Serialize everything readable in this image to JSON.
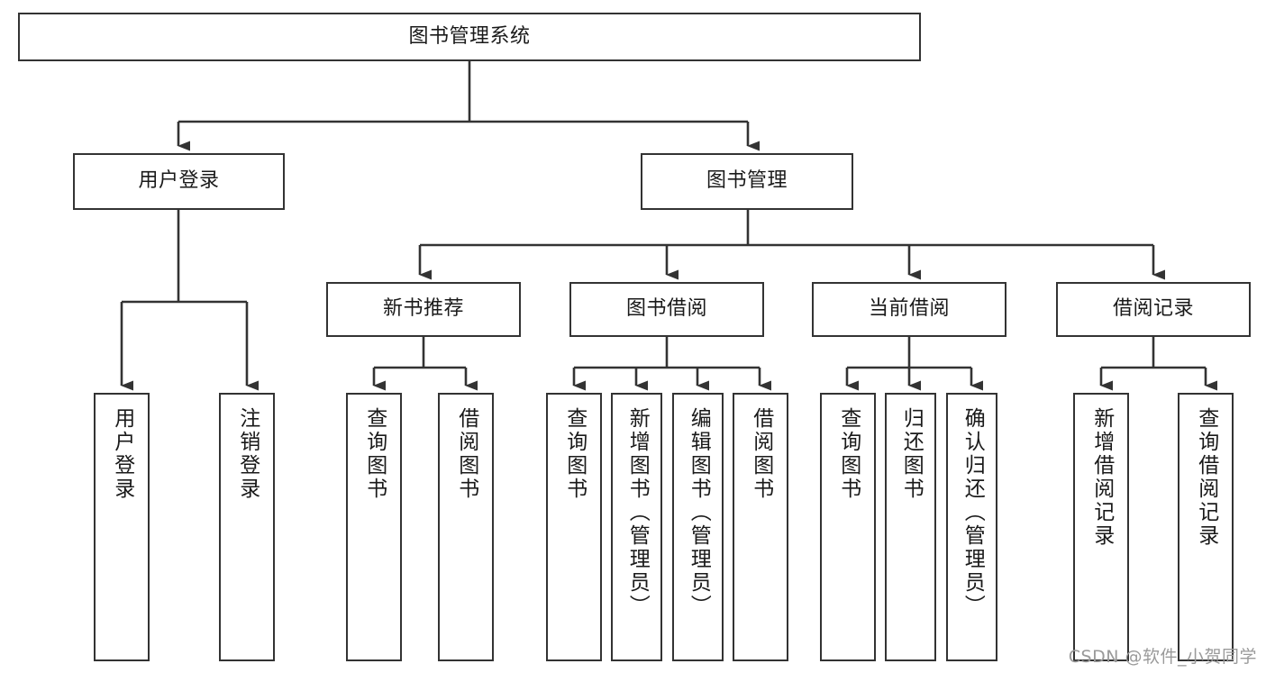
{
  "diagram": {
    "title": "图书管理系统",
    "type": "tree-hierarchy-chart",
    "stroke_color": "#333333",
    "background_color": "#ffffff",
    "text_color": "#1a1a1a"
  },
  "nodes": {
    "root": {
      "label": "图书管理系统"
    },
    "level2": [
      {
        "id": "user-login",
        "label": "用户登录"
      },
      {
        "id": "book-management",
        "label": "图书管理"
      }
    ],
    "level3": [
      {
        "id": "new-book-recommend",
        "label": "新书推荐"
      },
      {
        "id": "book-borrow",
        "label": "图书借阅"
      },
      {
        "id": "current-borrow",
        "label": "当前借阅"
      },
      {
        "id": "borrow-record",
        "label": "借阅记录"
      }
    ],
    "leaves": {
      "user_login": [
        {
          "id": "leaf-user-login",
          "label": "用户登录"
        },
        {
          "id": "leaf-logout-login",
          "label": "注销登录"
        }
      ],
      "new_book_recommend": [
        {
          "id": "leaf-query-book-1",
          "label": "查询图书"
        },
        {
          "id": "leaf-borrow-book-1",
          "label": "借阅图书"
        }
      ],
      "book_borrow": [
        {
          "id": "leaf-query-book-2",
          "label": "查询图书"
        },
        {
          "id": "leaf-add-book",
          "label": "新增图书（管理员）"
        },
        {
          "id": "leaf-edit-book",
          "label": "编辑图书（管理员）"
        },
        {
          "id": "leaf-borrow-book-2",
          "label": "借阅图书"
        }
      ],
      "current_borrow": [
        {
          "id": "leaf-query-book-3",
          "label": "查询图书"
        },
        {
          "id": "leaf-return-book",
          "label": "归还图书"
        },
        {
          "id": "leaf-confirm-return",
          "label": "确认归还（管理员）"
        }
      ],
      "borrow_record": [
        {
          "id": "leaf-add-record",
          "label": "新增借阅记录"
        },
        {
          "id": "leaf-query-record",
          "label": "查询借阅记录"
        }
      ]
    }
  },
  "watermark": {
    "text": "CSDN @软件_小贺同学"
  }
}
